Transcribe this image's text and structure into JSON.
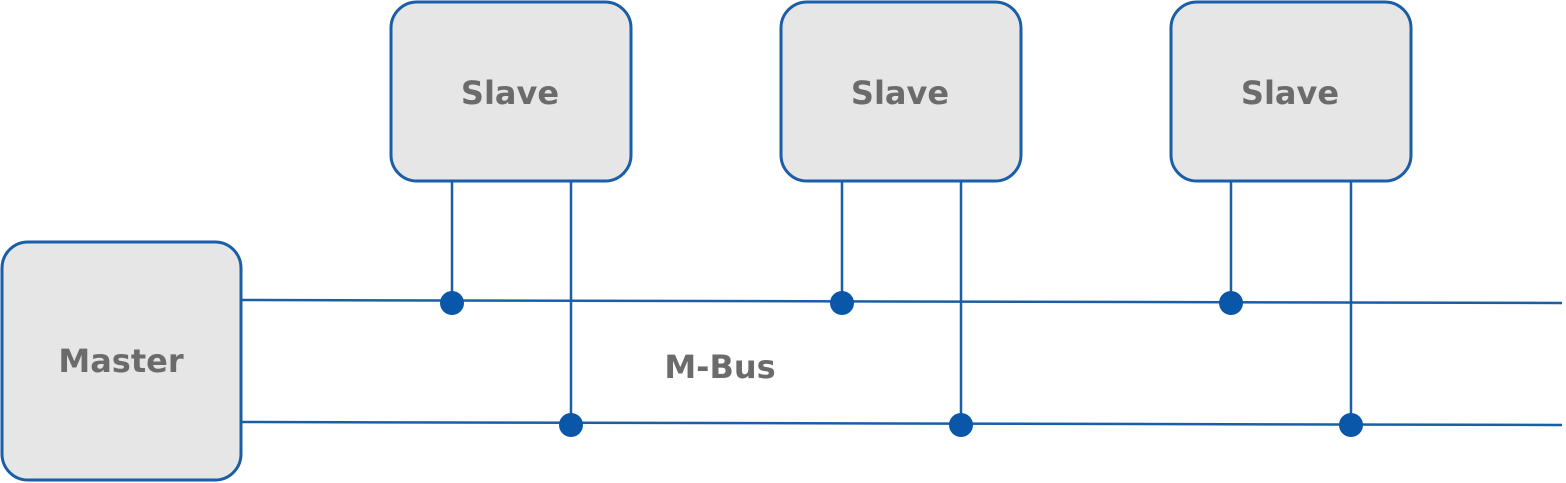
{
  "nodes": {
    "master": {
      "label": "Master"
    },
    "slaves": [
      {
        "label": "Slave"
      },
      {
        "label": "Slave"
      },
      {
        "label": "Slave"
      }
    ]
  },
  "bus": {
    "label": "M-Bus"
  },
  "colors": {
    "line": "#1a5ea8",
    "junction": "#0a56a8",
    "box_fill": "#e6e6e6",
    "text": "#6b6b6b"
  }
}
